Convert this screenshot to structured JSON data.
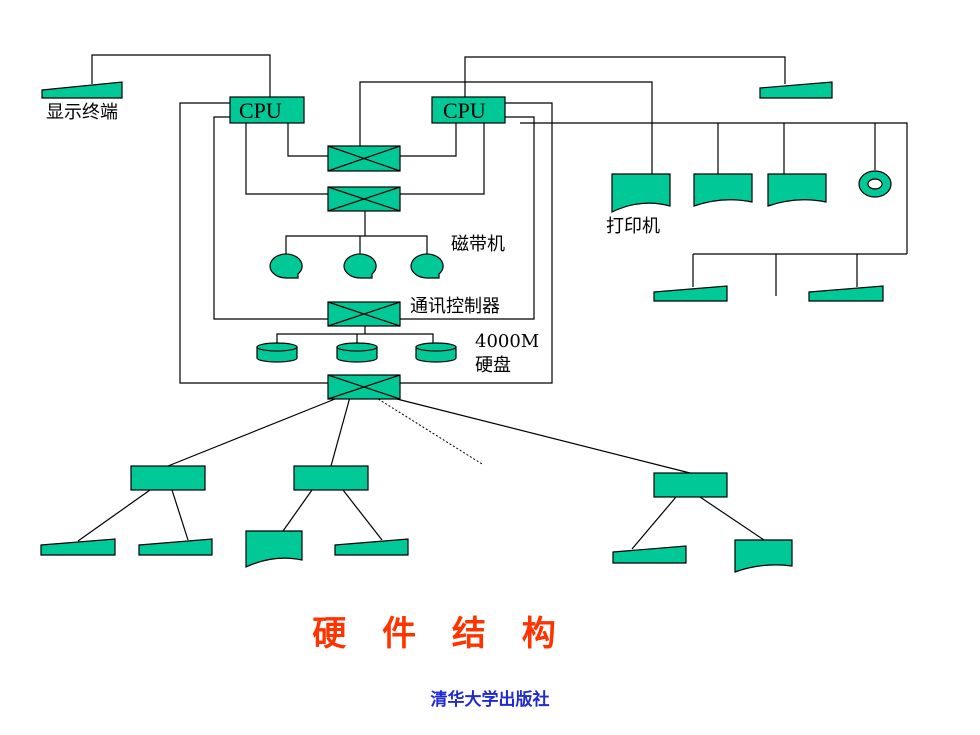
{
  "labels": {
    "display_terminal": "显示终端",
    "cpu_left": "CPU",
    "cpu_right": "CPU",
    "tape_drive": "磁带机",
    "comm_controller": "通讯控制器",
    "disk_capacity": "4000M",
    "disk": "硬盘",
    "printer": "打印机"
  },
  "title": "硬 件 结 构",
  "publisher": "清华大学出版社",
  "colors": {
    "device_fill": "#00c896",
    "line": "#000000",
    "title": "#ff3300",
    "publisher": "#1f2bd1"
  }
}
